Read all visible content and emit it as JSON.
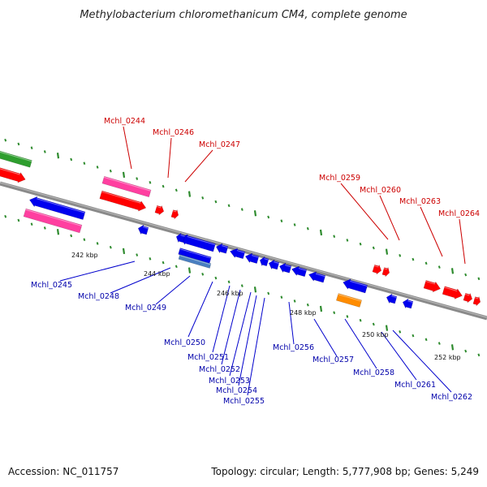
{
  "title": "Methylobacterium chloromethanicum CM4, complete genome",
  "footer": {
    "accession": "Accession: NC_011757",
    "summary": "Topology: circular; Length: 5,777,908 bp; Genes: 5,249"
  },
  "scale_labels": [
    "242 kbp",
    "244 kbp",
    "246 kbp",
    "248 kbp",
    "250 kbp",
    "252 kbp"
  ],
  "colors": {
    "backbone": "#808080",
    "tick": "#2e8b2e",
    "forward_cds": "#ff0000",
    "reverse_cds": "#0000ee",
    "rrna_like": "#ff3fa0",
    "other_forward": "#2e9e2e",
    "orange_feature": "#ff8c00",
    "light_blue_feature": "#4a7fc0",
    "label_red": "#cc0000",
    "label_blue": "#0000aa"
  },
  "top_labels": [
    "Mchl_0244",
    "Mchl_0246",
    "Mchl_0247",
    "Mchl_0259",
    "Mchl_0260",
    "Mchl_0263",
    "Mchl_0264"
  ],
  "bottom_labels": [
    "Mchl_0245",
    "Mchl_0248",
    "Mchl_0249",
    "Mchl_0250",
    "Mchl_0251",
    "Mchl_0252",
    "Mchl_0253",
    "Mchl_0254",
    "Mchl_0255",
    "Mchl_0256",
    "Mchl_0257",
    "Mchl_0258",
    "Mchl_0261",
    "Mchl_0262"
  ]
}
